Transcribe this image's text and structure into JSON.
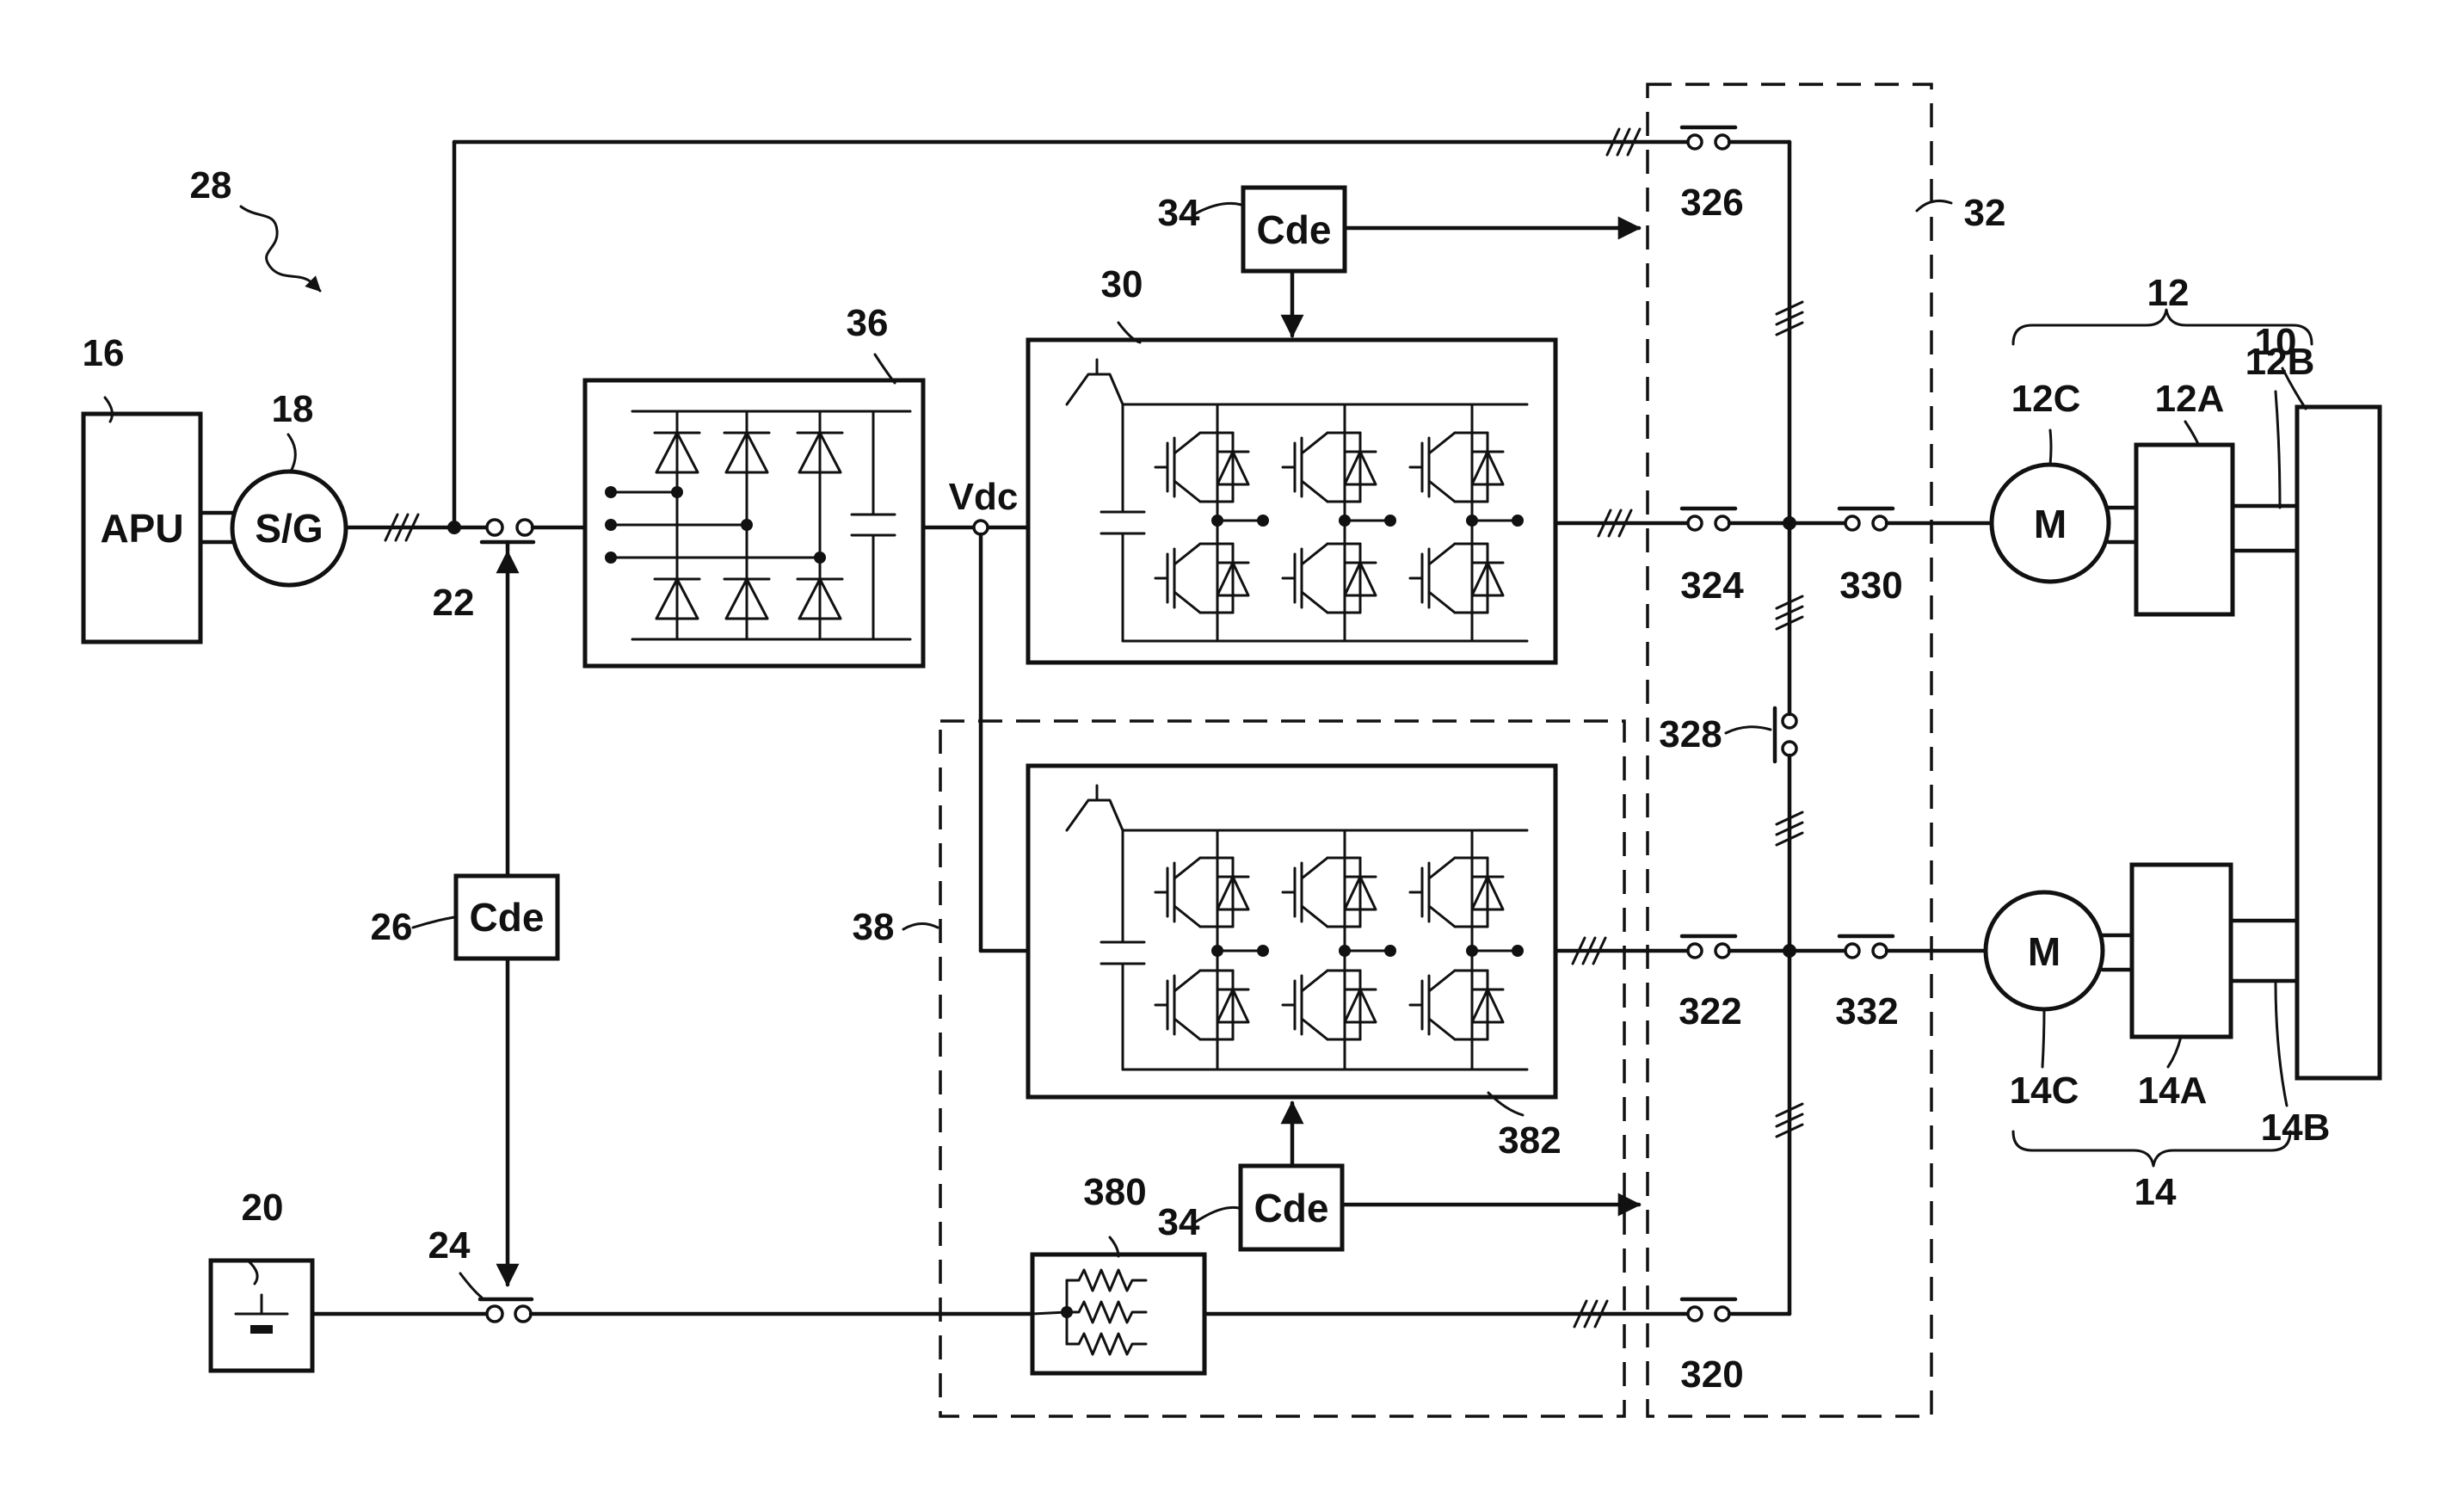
{
  "blocks": {
    "apu": "APU",
    "starter_generator": "S/G",
    "control_26": "Cde",
    "control_34_top": "Cde",
    "control_34_bottom": "Cde",
    "motor_12c": "M",
    "motor_14c": "M",
    "dc_bus": "Vdc"
  },
  "labels": {
    "r10": "10",
    "r12": "12",
    "r12a": "12A",
    "r12b": "12B",
    "r12c": "12C",
    "r14": "14",
    "r14a": "14A",
    "r14b": "14B",
    "r14c": "14C",
    "r16": "16",
    "r18": "18",
    "r20": "20",
    "r22": "22",
    "r24": "24",
    "r26": "26",
    "r28": "28",
    "r30": "30",
    "r32": "32",
    "r34_top": "34",
    "r34_bottom": "34",
    "r36": "36",
    "r38": "38",
    "r320": "320",
    "r322": "322",
    "r324": "324",
    "r326": "326",
    "r328": "328",
    "r330": "330",
    "r332": "332",
    "r380": "380",
    "r382": "382"
  }
}
